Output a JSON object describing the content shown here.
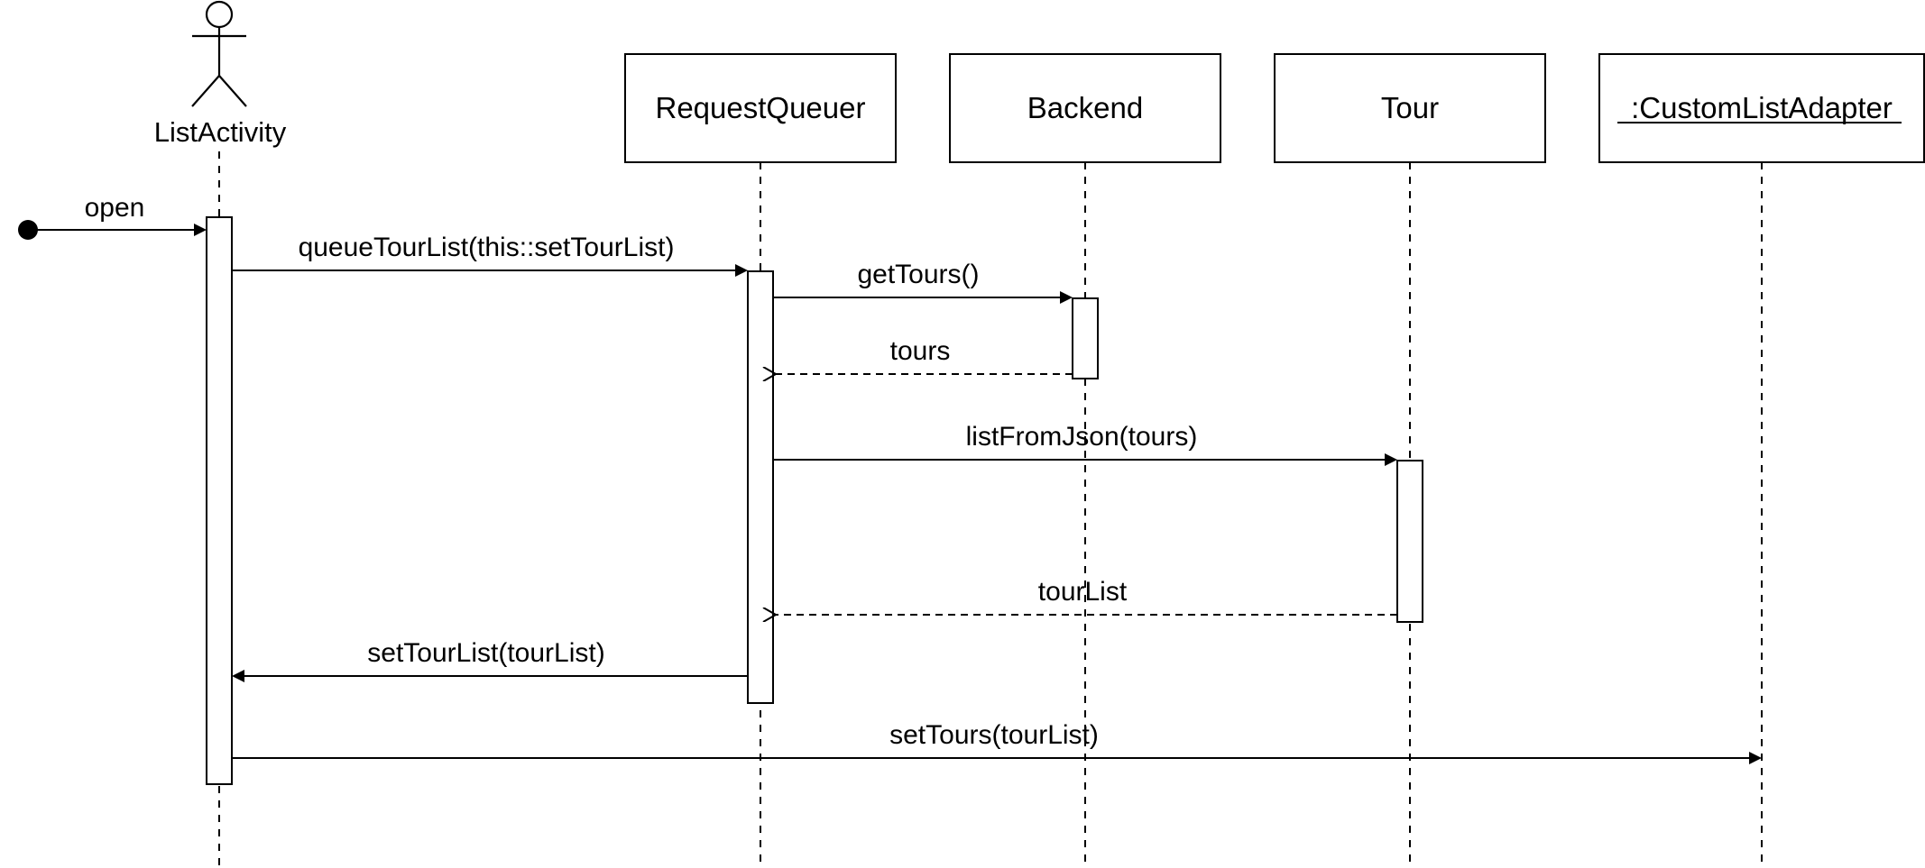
{
  "actor": {
    "name": "ListActivity"
  },
  "lifelines": [
    {
      "id": "requestqueuer",
      "label": "RequestQueuer",
      "underline": false
    },
    {
      "id": "backend",
      "label": "Backend",
      "underline": false
    },
    {
      "id": "tour",
      "label": "Tour",
      "underline": false
    },
    {
      "id": "customlistadapter",
      "label": ":CustomListAdapter",
      "underline": true
    }
  ],
  "messages": [
    {
      "id": "open",
      "label": "open",
      "from": "start",
      "to": "listactivity",
      "kind": "sync"
    },
    {
      "id": "queuetourlist",
      "label": "queueTourList(this::setTourList)",
      "from": "listactivity",
      "to": "requestqueuer",
      "kind": "sync"
    },
    {
      "id": "gettours",
      "label": "getTours()",
      "from": "requestqueuer",
      "to": "backend",
      "kind": "sync"
    },
    {
      "id": "tours",
      "label": "tours",
      "from": "backend",
      "to": "requestqueuer",
      "kind": "return"
    },
    {
      "id": "listfromjson",
      "label": "listFromJson(tours)",
      "from": "requestqueuer",
      "to": "tour",
      "kind": "sync"
    },
    {
      "id": "tourlist",
      "label": "tourList",
      "from": "tour",
      "to": "requestqueuer",
      "kind": "return"
    },
    {
      "id": "settourlist",
      "label": "setTourList(tourList)",
      "from": "requestqueuer",
      "to": "listactivity",
      "kind": "sync"
    },
    {
      "id": "settours",
      "label": "setTours(tourList)",
      "from": "listactivity",
      "to": "customlistadapter",
      "kind": "sync"
    }
  ],
  "colors": {
    "stroke": "#000000",
    "background": "#ffffff"
  }
}
